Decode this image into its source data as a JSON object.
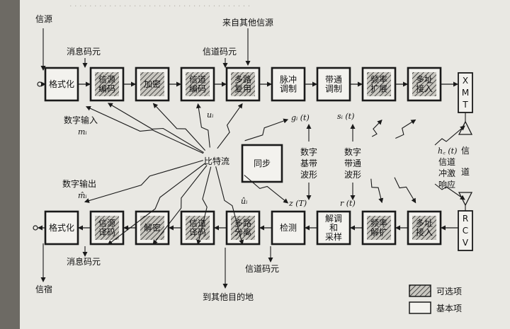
{
  "transmit": {
    "source_label": "信源",
    "message_symbols_label": "消息码元",
    "other_sources_label": "来自其他信源",
    "channel_symbols_label": "信道码元",
    "digital_input_label": "数字输入",
    "digital_input_symbol": "mᵢ",
    "ui_label": "uᵢ",
    "gi_label": "gᵢ (t)",
    "si_label": "sᵢ (t)",
    "blocks": [
      {
        "id": "format",
        "lines": [
          "格式化"
        ],
        "optional": false
      },
      {
        "id": "source-encode",
        "lines": [
          "信源",
          "编码"
        ],
        "optional": true
      },
      {
        "id": "encrypt",
        "lines": [
          "加密"
        ],
        "optional": true
      },
      {
        "id": "channel-encode",
        "lines": [
          "信道",
          "编码"
        ],
        "optional": true
      },
      {
        "id": "multiplex",
        "lines": [
          "多路",
          "复用"
        ],
        "optional": true
      },
      {
        "id": "pulse-modulate",
        "lines": [
          "脉冲",
          "调制"
        ],
        "optional": false
      },
      {
        "id": "bandpass-modulate",
        "lines": [
          "带通",
          "调制"
        ],
        "optional": false
      },
      {
        "id": "freq-spread",
        "lines": [
          "频率",
          "扩展"
        ],
        "optional": true
      },
      {
        "id": "multiple-access",
        "lines": [
          "多址",
          "接入"
        ],
        "optional": true
      }
    ],
    "xmt_label": [
      "X",
      "M",
      "T"
    ]
  },
  "middle": {
    "bitstream_label": "比特流",
    "sync_label": "同步",
    "baseband_label": [
      "数字",
      "基带",
      "波形"
    ],
    "bandpass_label": [
      "数字",
      "带通",
      "波形"
    ],
    "channel_response_symbol": "h꜀ (t)",
    "channel_response_label": [
      "信道",
      "冲激",
      "响应"
    ],
    "channel_label": [
      "信",
      "道"
    ]
  },
  "receive": {
    "sink_label": "信宿",
    "message_symbols_label": "消息码元",
    "to_other_label": "到其他目的地",
    "channel_symbols_label": "信道码元",
    "digital_output_label": "数字输出",
    "digital_output_symbol": "m̂ᵢ",
    "ui_hat_label": "ûᵢ",
    "z_label": "z (T)",
    "r_label": "r (t)",
    "blocks": [
      {
        "id": "format",
        "lines": [
          "格式化"
        ],
        "optional": false
      },
      {
        "id": "source-decode",
        "lines": [
          "信源",
          "译码"
        ],
        "optional": true
      },
      {
        "id": "decrypt",
        "lines": [
          "解密"
        ],
        "optional": true
      },
      {
        "id": "channel-decode",
        "lines": [
          "信道",
          "译码"
        ],
        "optional": true
      },
      {
        "id": "demultiplex",
        "lines": [
          "多路",
          "分离"
        ],
        "optional": true
      },
      {
        "id": "detect",
        "lines": [
          "检测"
        ],
        "optional": false
      },
      {
        "id": "demodulate-sample",
        "lines": [
          "解调",
          "和",
          "采样"
        ],
        "optional": false
      },
      {
        "id": "freq-despread",
        "lines": [
          "频率",
          "解扩"
        ],
        "optional": true
      },
      {
        "id": "multiple-access",
        "lines": [
          "多址",
          "接入"
        ],
        "optional": true
      }
    ],
    "rcv_label": [
      "R",
      "C",
      "V"
    ]
  },
  "legend": {
    "optional_label": "可选项",
    "basic_label": "基本项"
  }
}
